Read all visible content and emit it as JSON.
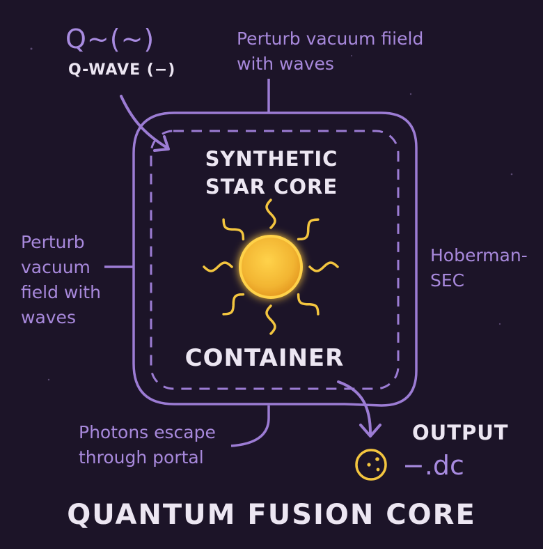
{
  "colors": {
    "background": "#1c1428",
    "outline": "#9c7cd4",
    "text_lavender": "#a889dc",
    "text_white": "#ece6f2",
    "sun_core": "#f2b532",
    "sun_rim": "#ffd24a",
    "rays": "#f3c53f"
  },
  "labels": {
    "formula": "Q~(~)",
    "q_wave": "Q-WAVE (−)",
    "top_note": "Perturb vacuum fiield\nwith waves",
    "left_note": "Perturb\nvacuum\nfield with\nwaves",
    "right_note": "Hoberman-\nSEC",
    "core_title": "SYNTHETIC\nSTAR CORE",
    "container": "CONTAINER",
    "photon_note": "Photons escape\nthrough portal",
    "output": "OUTPUT",
    "output_symbol": "−.dc",
    "main_title": "QUANTUM FUSION CORE"
  },
  "icons": {
    "sun": "sun-icon",
    "output_particle": "particle-circle-icon"
  }
}
